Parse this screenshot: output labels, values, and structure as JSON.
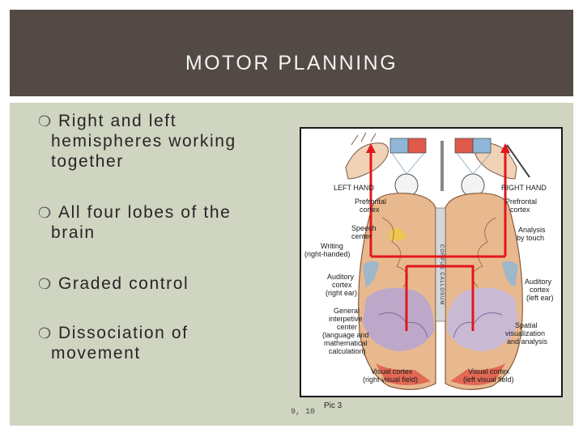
{
  "slide": {
    "title": "MOTOR PLANNING",
    "bullets": [
      {
        "line1": "Right and left",
        "line2": "hemispheres working",
        "line3": "together"
      },
      {
        "line1": "All four lobes of the",
        "line2": "brain"
      },
      {
        "line1": "Graded control"
      },
      {
        "line1": "Dissociation of",
        "line2": "movement"
      }
    ],
    "bullet_glyph": "❍",
    "page_number": "9, 10",
    "caption": "Pic 3"
  },
  "figure": {
    "labels": {
      "left_hand": "LEFT HAND",
      "right_hand": "RIGHT HAND",
      "prefrontal_l1": "Prefrontal",
      "prefrontal_l2": "cortex",
      "prefrontal_r1": "Prefrontal",
      "prefrontal_r2": "cortex",
      "speech1": "Speech",
      "speech2": "center",
      "writing1": "Writing",
      "writing2": "(right-handed)",
      "analysis1": "Analysis",
      "analysis2": "by touch",
      "auditory_l1": "Auditory",
      "auditory_l2": "cortex",
      "auditory_l3": "(right ear)",
      "auditory_r1": "Auditory",
      "auditory_r2": "cortex",
      "auditory_r3": "(left ear)",
      "general1": "General",
      "general2": "interpetive",
      "general3": "center",
      "general4": "(language and",
      "general5": "mathematical",
      "general6": "calculation)",
      "spatial1": "Spatial",
      "spatial2": "visualization",
      "spatial3": "and analysis",
      "visual_l1": "Visual cortex",
      "visual_l2": "(right visual field)",
      "visual_r1": "Visual cortex",
      "visual_r2": "(left visual field)",
      "corpus": "CORPUS CALLOSUM"
    },
    "colors": {
      "arrow": "#e3161b",
      "brain": "#e8b98f",
      "lobe_purple": "#b9a6cf",
      "lobe_red": "#e05a4a",
      "lobe_blue": "#8fb6d6",
      "lobe_yellow": "#efc84a"
    }
  }
}
